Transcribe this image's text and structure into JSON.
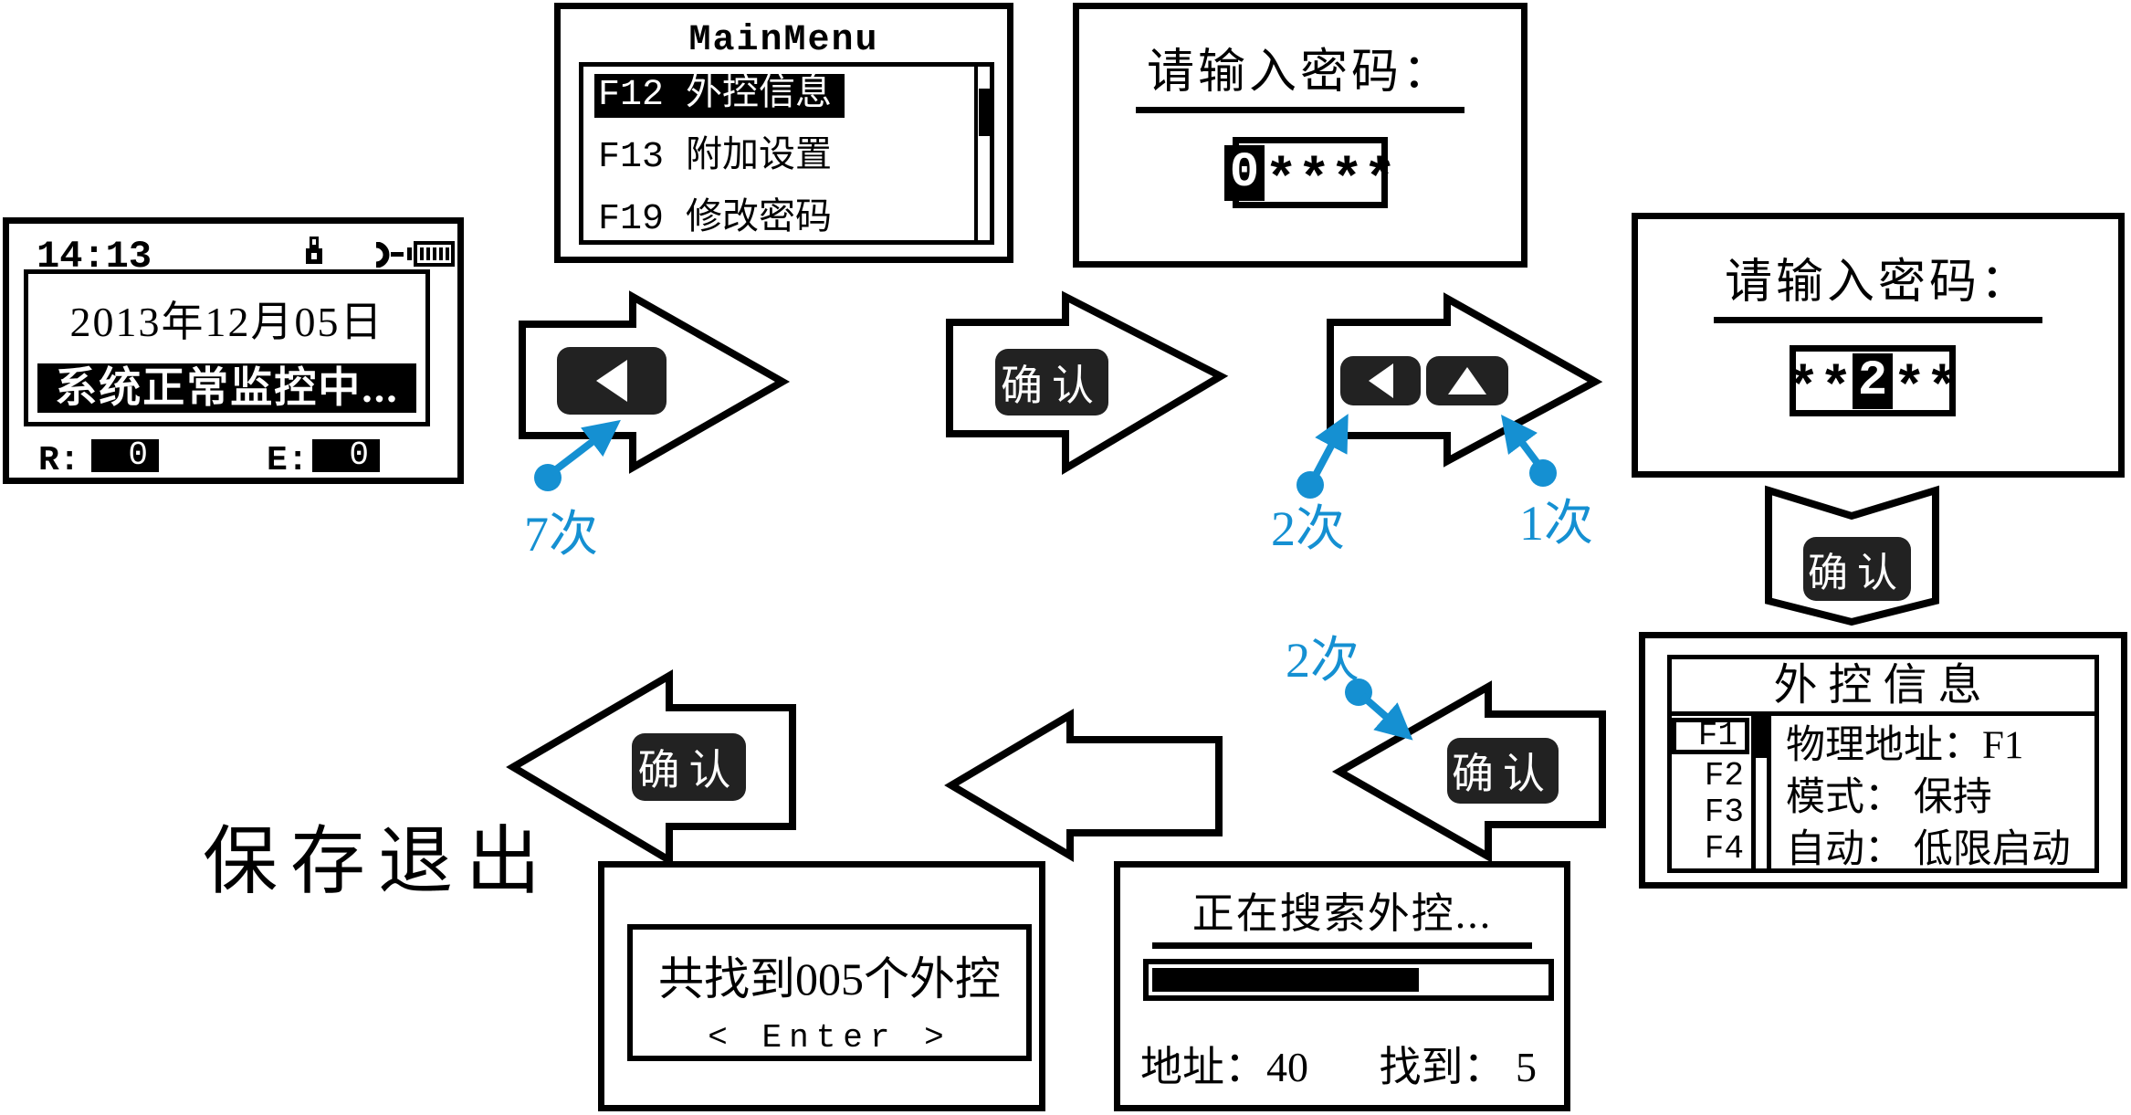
{
  "accent_color": "#1590D2",
  "home_screen": {
    "time": "14:13",
    "status_icons": [
      "lock-icon",
      "power-plug-icon",
      "battery-icon"
    ],
    "date_line": "2013年12月05日",
    "status_line": "系统正常监控中...",
    "counters": {
      "r_label": "R:",
      "r_value": "0",
      "e_label": "E:",
      "e_value": "0"
    }
  },
  "main_menu_screen": {
    "title": "MainMenu",
    "items": [
      {
        "label": "F12 外控信息",
        "selected": true
      },
      {
        "label": "F13 附加设置",
        "selected": false
      },
      {
        "label": "F19 修改密码",
        "selected": false
      }
    ]
  },
  "password_screen_1": {
    "title": "请输入密码：",
    "chars": [
      "0",
      "*",
      "*",
      "*",
      "*"
    ],
    "highlighted_index": 0
  },
  "password_screen_2": {
    "title": "请输入密码：",
    "chars": [
      "*",
      "*",
      "2",
      "*",
      "*"
    ],
    "highlighted_index": 2
  },
  "external_info_screen": {
    "title": "外控信息",
    "list_items": [
      "F1",
      "F2",
      "F3",
      "F4"
    ],
    "selected_item": "F1",
    "detail_lines": [
      "物理地址：F1",
      "模式： 保持",
      "自动： 低限启动"
    ]
  },
  "searching_screen": {
    "title": "正在搜索外控...",
    "progress_percent": 68,
    "address_label": "地址：",
    "address_value": "40",
    "found_label": "找到：",
    "found_value": "5"
  },
  "result_screen": {
    "line1": "共找到005个外控",
    "line2": "< Enter >"
  },
  "buttons": {
    "confirm": "确认",
    "left_key": "left-arrow-key",
    "up_key": "up-arrow-key"
  },
  "callouts": {
    "step1": "7次",
    "step2a": "2次",
    "step2b": "1次",
    "step3": "2次"
  },
  "exit_label": "保存退出"
}
